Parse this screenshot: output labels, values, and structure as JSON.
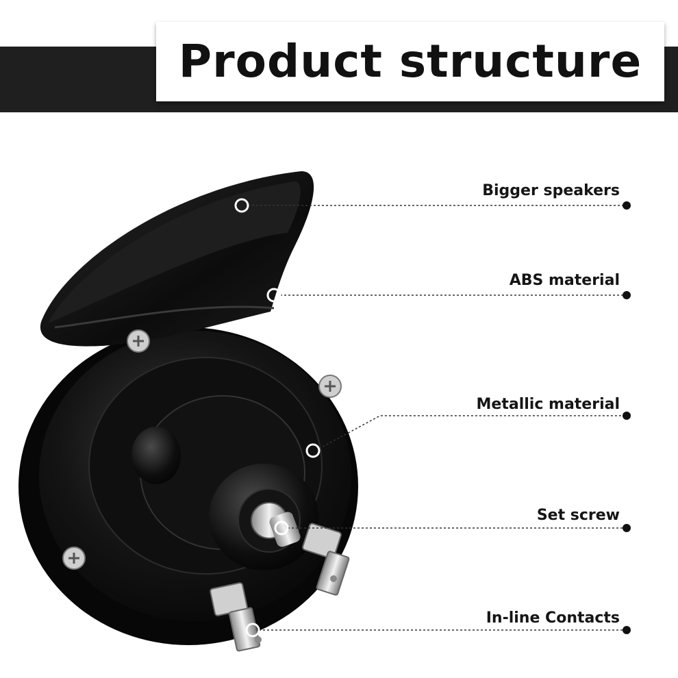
{
  "header": {
    "title": "Product structure"
  },
  "callouts": [
    {
      "label": "Bigger speakers"
    },
    {
      "label": "ABS material"
    },
    {
      "label": "Metallic material"
    },
    {
      "label": "Set screw"
    },
    {
      "label": "In-line Contacts"
    }
  ],
  "colors": {
    "header_band": "#1f1f1f",
    "product_body": "#0d0d0d",
    "text": "#151515"
  },
  "product": {
    "icon": "car-horn-illustration"
  }
}
